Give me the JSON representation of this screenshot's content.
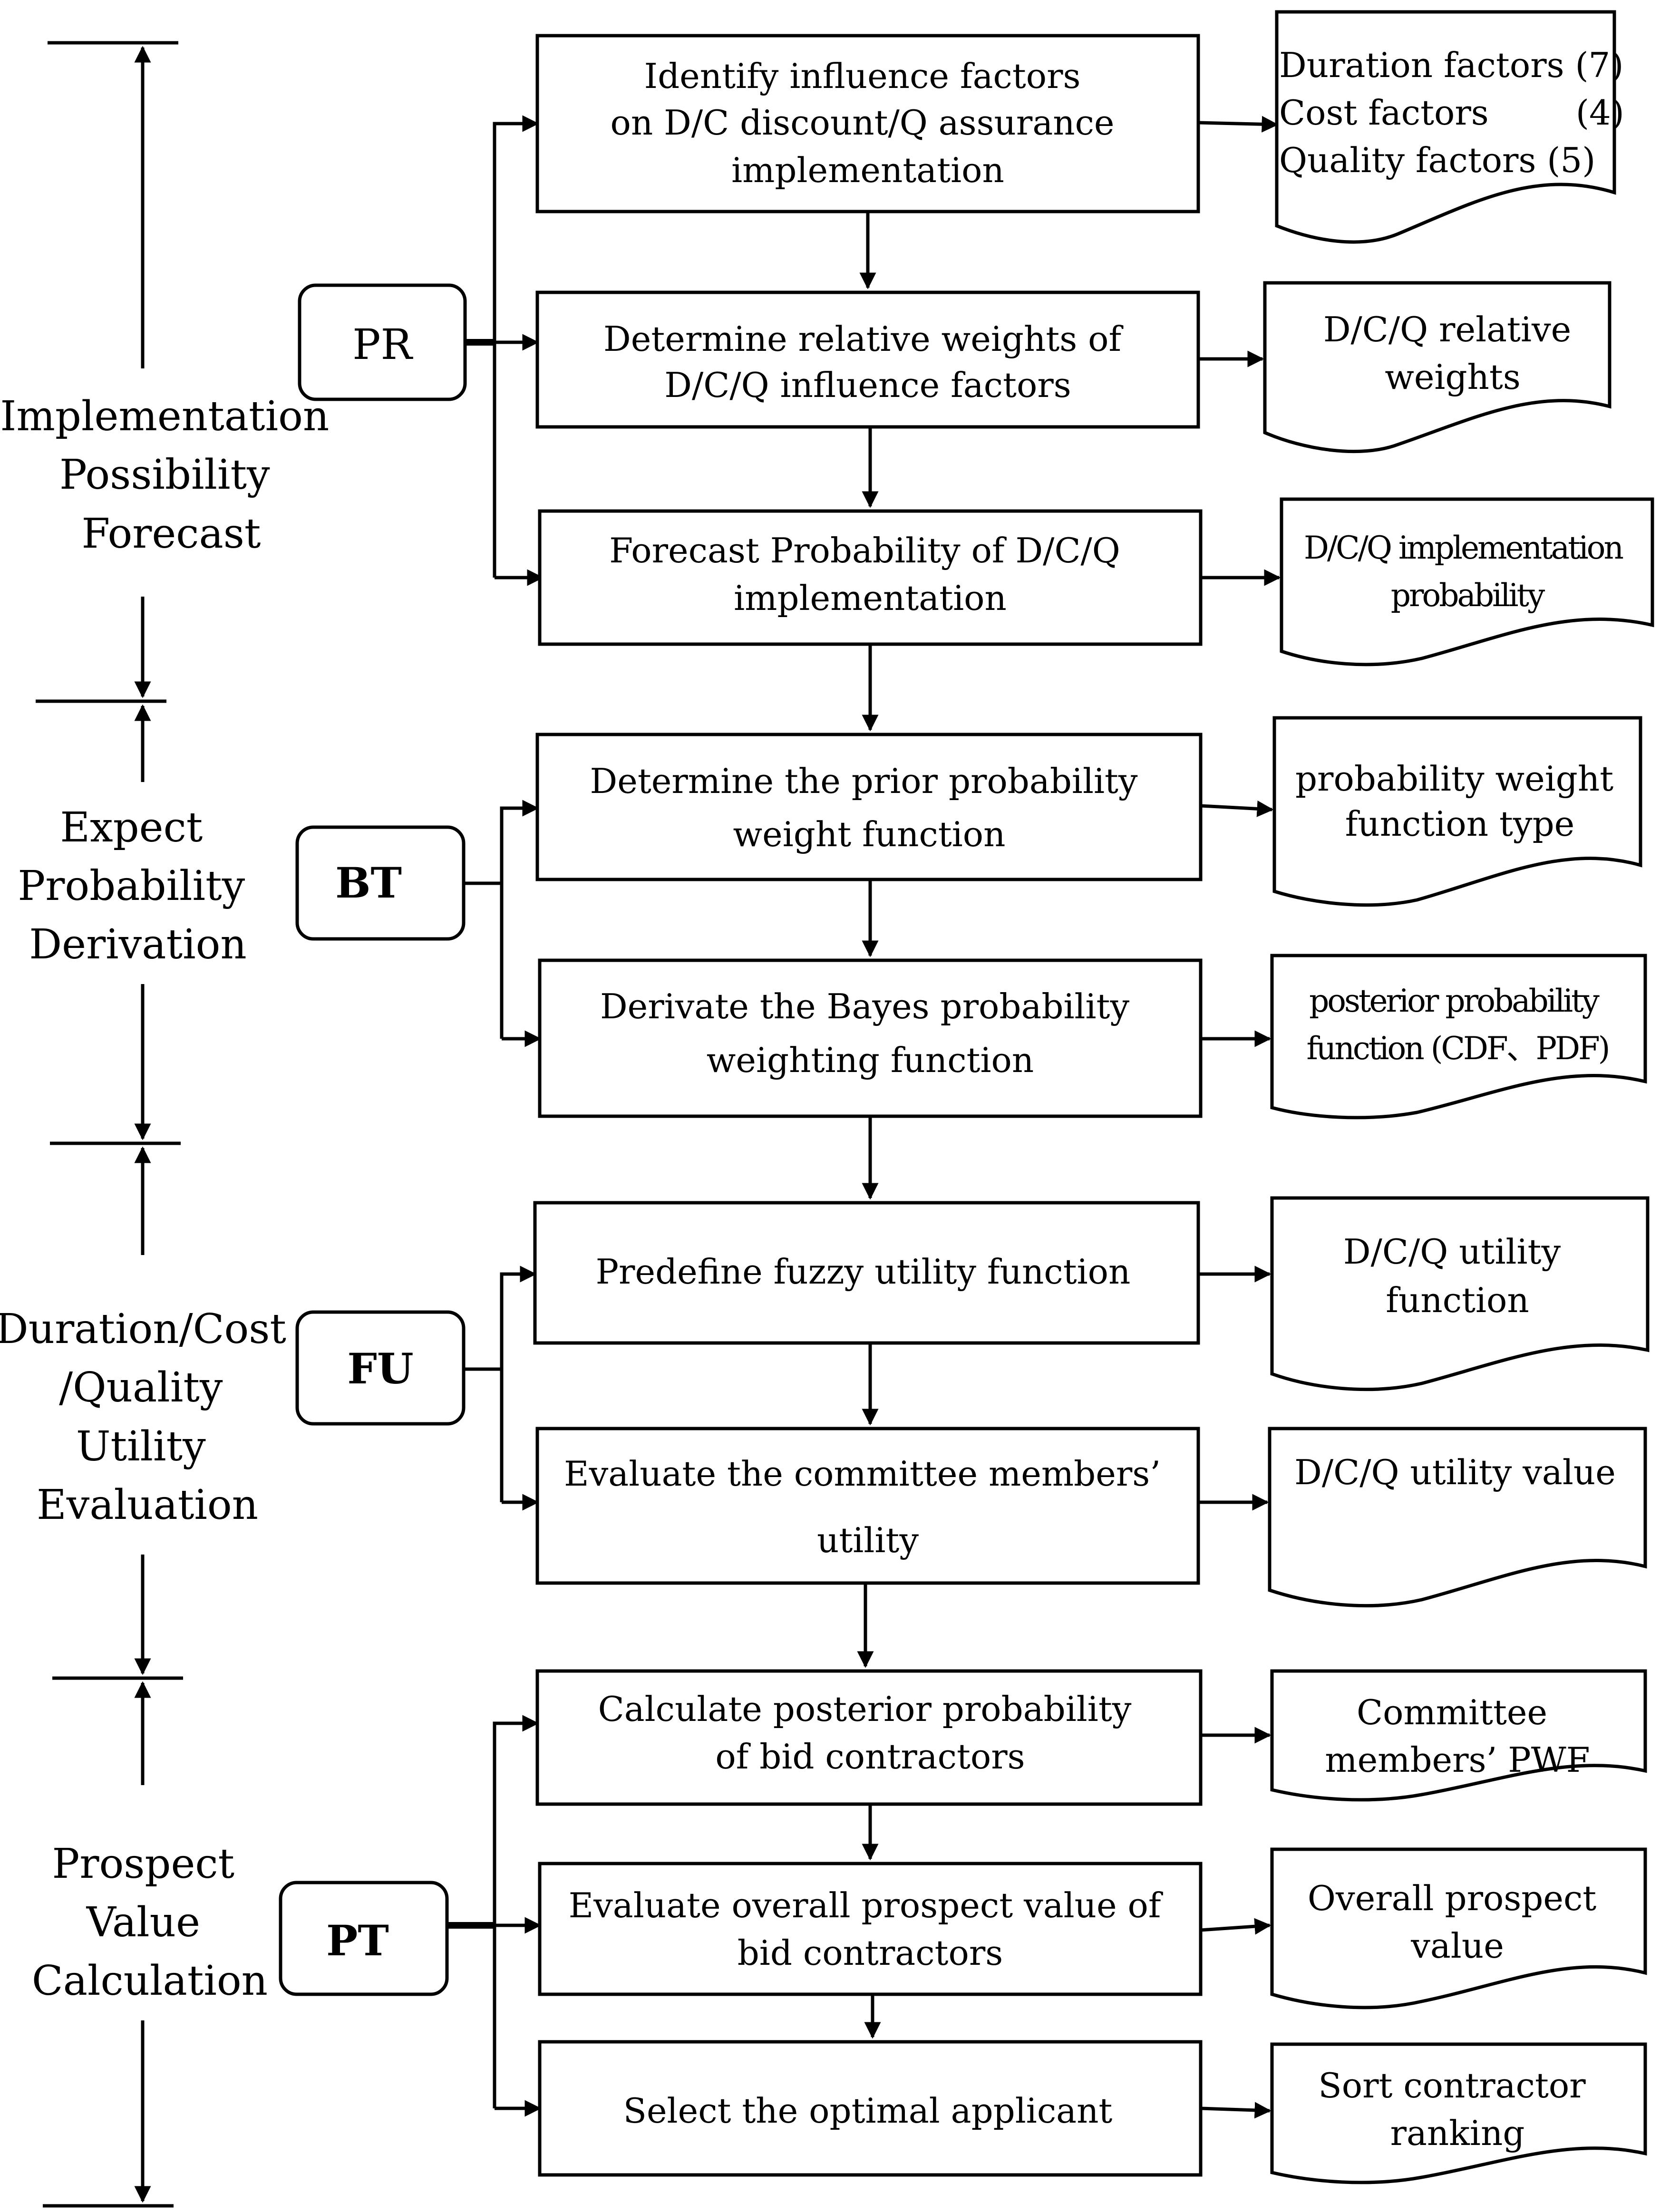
{
  "phases": [
    {
      "lines": [
        "Implementation",
        "Possibility",
        "Forecast"
      ]
    },
    {
      "lines": [
        "Expect",
        "Probability",
        "Derivation"
      ]
    },
    {
      "lines": [
        "Duration/Cost",
        "/Quality",
        "Utility",
        "Evaluation"
      ]
    },
    {
      "lines": [
        "Prospect",
        "Value",
        "Calculation"
      ]
    }
  ],
  "methods": [
    {
      "label": "PR"
    },
    {
      "label": "BT"
    },
    {
      "label": "FU"
    },
    {
      "label": "PT"
    }
  ],
  "steps": [
    {
      "lines": [
        "Identify influence factors",
        "on D/C discount/Q assurance",
        "implementation"
      ]
    },
    {
      "lines": [
        "Determine relative weights of",
        "D/C/Q influence factors"
      ]
    },
    {
      "lines": [
        "Forecast Probability of D/C/Q",
        "implementation"
      ]
    },
    {
      "lines": [
        "Determine the prior probability",
        "weight function"
      ]
    },
    {
      "lines": [
        "Derivate the Bayes probability",
        "weighting function"
      ]
    },
    {
      "lines": [
        "Predefine fuzzy utility function"
      ]
    },
    {
      "lines": [
        "Evaluate the committee members’",
        "utility"
      ]
    },
    {
      "lines": [
        "Calculate posterior probability",
        "of bid contractors"
      ]
    },
    {
      "lines": [
        "Evaluate overall prospect value of",
        "bid contractors"
      ]
    },
    {
      "lines": [
        "Select the optimal applicant"
      ]
    }
  ],
  "outputs": [
    {
      "lines": [
        "Duration factors (7)",
        "Cost factors        (4)",
        "Quality factors (5)"
      ]
    },
    {
      "lines": [
        "D/C/Q relative",
        "weights"
      ]
    },
    {
      "lines": [
        "D/C/Q implementation",
        "probability"
      ]
    },
    {
      "lines": [
        "probability weight",
        "function type"
      ]
    },
    {
      "lines": [
        "posterior probability",
        "function (CDF、PDF)"
      ]
    },
    {
      "lines": [
        "D/C/Q utility",
        "function"
      ]
    },
    {
      "lines": [
        "D/C/Q utility value"
      ]
    },
    {
      "lines": [
        "Committee",
        "members’ PWF"
      ]
    },
    {
      "lines": [
        "Overall prospect",
        "value"
      ]
    },
    {
      "lines": [
        "Sort contractor",
        "ranking"
      ]
    }
  ],
  "colors": {
    "stroke": "#000000",
    "background": "#ffffff"
  }
}
